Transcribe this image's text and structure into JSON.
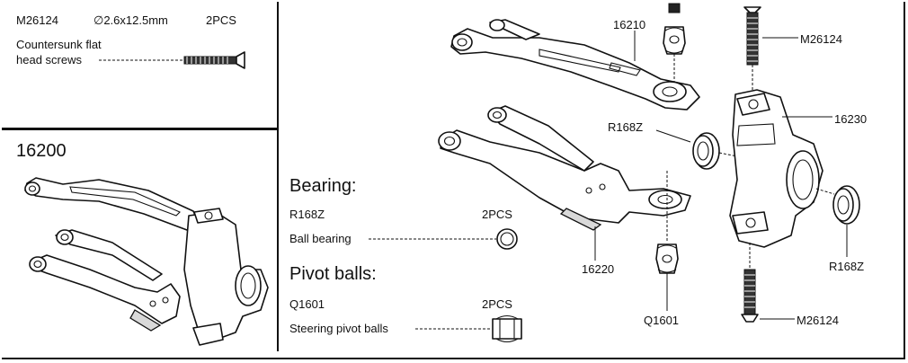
{
  "screw": {
    "part_no": "M26124",
    "size": "∅2.6x12.5mm",
    "qty": "2PCS",
    "name_line1": "Countersunk flat",
    "name_line2": "head screws"
  },
  "assembly": {
    "part_no": "16200"
  },
  "bearing": {
    "heading": "Bearing:",
    "part_no": "R168Z",
    "qty": "2PCS",
    "name": "Ball bearing"
  },
  "pivot": {
    "heading": "Pivot balls:",
    "part_no": "Q1601",
    "qty": "2PCS",
    "name": "Steering pivot balls"
  },
  "callouts": {
    "upper_arm": "16210",
    "lower_arm": "16220",
    "knuckle": "16230",
    "screw_top": "M26124",
    "screw_bottom": "M26124",
    "bearing_left": "R168Z",
    "bearing_right": "R168Z",
    "pivot_ball": "Q1601"
  }
}
